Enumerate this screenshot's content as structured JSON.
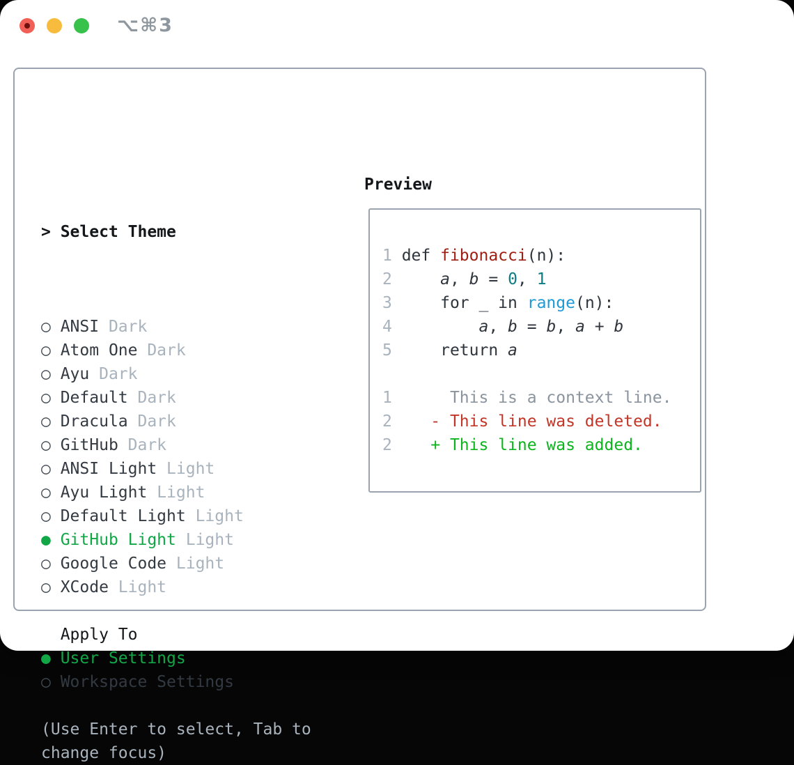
{
  "window": {
    "title": "⌥⌘3",
    "traffic_lights": {
      "close": "close",
      "minimize": "minimize",
      "zoom": "zoom"
    }
  },
  "colors": {
    "frame-border": "#9aa4b0",
    "text-black": "#14171a",
    "text-dark": "#333a42",
    "text-muted": "#a9b3bd",
    "circle": "#414a53",
    "accent-green": "#12a746",
    "code-plain": "#2e353c",
    "code-fn": "#9e1e12",
    "code-number": "#0d7d83",
    "code-builtin": "#1d9ad6",
    "diff-ctx": "#8b949e",
    "diff-red": "#c23527",
    "diff-green": "#0db41e"
  },
  "theme_panel": {
    "header_prefix": "> ",
    "header_label": "Select Theme",
    "themes": [
      {
        "name": "ANSI",
        "tag": "Dark",
        "selected": false
      },
      {
        "name": "Atom One",
        "tag": "Dark",
        "selected": false
      },
      {
        "name": "Ayu",
        "tag": "Dark",
        "selected": false
      },
      {
        "name": "Default",
        "tag": "Dark",
        "selected": false
      },
      {
        "name": "Dracula",
        "tag": "Dark",
        "selected": false
      },
      {
        "name": "GitHub",
        "tag": "Dark",
        "selected": false
      },
      {
        "name": "ANSI Light",
        "tag": "Light",
        "selected": false
      },
      {
        "name": "Ayu Light",
        "tag": "Light",
        "selected": false
      },
      {
        "name": "Default Light",
        "tag": "Light",
        "selected": false
      },
      {
        "name": "GitHub Light",
        "tag": "Light",
        "selected": true
      },
      {
        "name": "Google Code",
        "tag": "Light",
        "selected": false
      },
      {
        "name": "XCode",
        "tag": "Light",
        "selected": false
      }
    ],
    "radio_unselected_icon": "○ ",
    "radio_selected_icon": "● ",
    "apply_header": "Apply To",
    "apply_options": [
      {
        "name": "User Settings",
        "selected": true
      },
      {
        "name": "Workspace Settings",
        "selected": false
      }
    ],
    "hint_lines": [
      "(Use Enter to select, Tab to",
      "change focus)"
    ]
  },
  "preview_panel": {
    "header": "Preview",
    "code_lines": [
      {
        "num": "1 ",
        "segments": [
          [
            "def ",
            "p"
          ],
          [
            "fibonacci",
            "fn"
          ],
          [
            "(n):",
            "p"
          ]
        ]
      },
      {
        "num": "2 ",
        "segments": [
          [
            "    ",
            "p"
          ],
          [
            "a",
            "v"
          ],
          [
            ", ",
            "p"
          ],
          [
            "b",
            "v"
          ],
          [
            " = ",
            "p"
          ],
          [
            "0",
            "nm"
          ],
          [
            ", ",
            "p"
          ],
          [
            "1",
            "nm"
          ]
        ]
      },
      {
        "num": "3 ",
        "segments": [
          [
            "    for _ in ",
            "p"
          ],
          [
            "range",
            "bi"
          ],
          [
            "(n):",
            "p"
          ]
        ]
      },
      {
        "num": "4 ",
        "segments": [
          [
            "        ",
            "p"
          ],
          [
            "a",
            "v"
          ],
          [
            ", ",
            "p"
          ],
          [
            "b",
            "v"
          ],
          [
            " = ",
            "p"
          ],
          [
            "b",
            "v"
          ],
          [
            ", ",
            "p"
          ],
          [
            "a",
            "v"
          ],
          [
            " + ",
            "p"
          ],
          [
            "b",
            "v"
          ]
        ]
      },
      {
        "num": "5 ",
        "segments": [
          [
            "    return ",
            "p"
          ],
          [
            "a",
            "v"
          ]
        ]
      },
      {
        "num": "",
        "segments": []
      },
      {
        "num": "1 ",
        "segments": [
          [
            "     This is a context line.",
            "ctx"
          ]
        ]
      },
      {
        "num": "2 ",
        "segments": [
          [
            "   - This line was deleted.",
            "del"
          ]
        ]
      },
      {
        "num": "2 ",
        "segments": [
          [
            "   + This line was added.",
            "add"
          ]
        ]
      }
    ]
  }
}
